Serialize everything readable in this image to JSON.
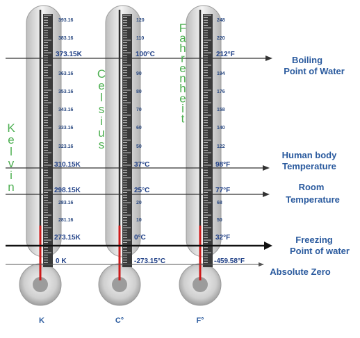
{
  "scales": [
    {
      "id": "kelvin",
      "name": "Kelvin",
      "unit_label": "K",
      "ticks": [
        "393.16",
        "383.16",
        "363.16",
        "353.16",
        "343.16",
        "333.16",
        "323.16",
        "283.16",
        "281.16"
      ],
      "key_values": {
        "boiling": "373.15K",
        "body": "310.15K",
        "room": "298.15K",
        "freezing": "273.15K",
        "absolute_zero": "0 K"
      }
    },
    {
      "id": "celsius",
      "name": "Celsius",
      "unit_label": "C°",
      "ticks": [
        "120",
        "110",
        "90",
        "80",
        "70",
        "60",
        "50",
        "20",
        "10"
      ],
      "key_values": {
        "boiling": "100°C",
        "body": "37°C",
        "room": "25°C",
        "freezing": "0°C",
        "absolute_zero": "-273.15°C"
      }
    },
    {
      "id": "fahrenheit",
      "name": "Fahrenheit",
      "unit_label": "F°",
      "ticks": [
        "248",
        "220",
        "194",
        "176",
        "158",
        "140",
        "122",
        "68",
        "50"
      ],
      "key_values": {
        "boiling": "212°F",
        "body": "98°F",
        "room": "77°F",
        "freezing": "32°F",
        "absolute_zero": "-459.58°F"
      }
    }
  ],
  "annotations": {
    "boiling_line1": "Boiling",
    "boiling_line2": "Point of Water",
    "body_line1": "Human body",
    "body_line2": "Temperature",
    "room_line1": "Room",
    "room_line2": "Temperature",
    "freezing_line1": "Freezing",
    "freezing_line2": "Point of water",
    "absolute_zero": "Absolute Zero"
  },
  "colors": {
    "mercury": "#cc1a1a",
    "scale_name": "#4caf50",
    "label_blue": "#2a5a9e",
    "tube": "#d4d4d4"
  }
}
